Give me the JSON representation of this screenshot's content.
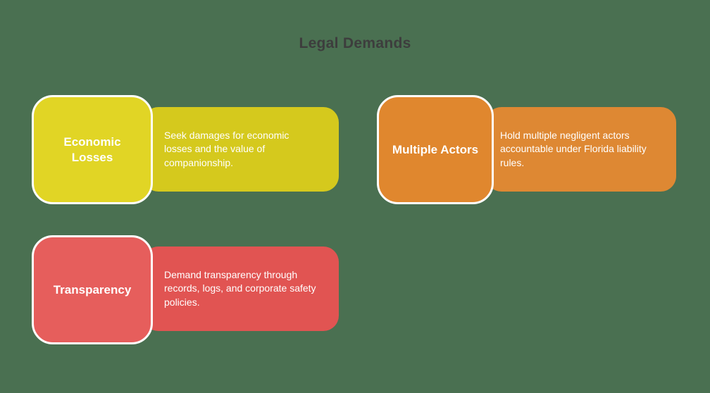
{
  "page": {
    "title": "Legal Demands",
    "background_color": "#4a7051",
    "title_color": "#3d3d3d"
  },
  "cards": [
    {
      "id": "economic-losses",
      "label": "Economic Losses",
      "description": "Seek damages for economic losses and the value of companionship.",
      "header_color": "#e1d525",
      "body_color": "#d5c91d"
    },
    {
      "id": "multiple-actors",
      "label": "Multiple Actors",
      "description": "Hold multiple negligent actors accountable under Florida liability rules.",
      "header_color": "#e0872e",
      "body_color": "#de8833"
    },
    {
      "id": "transparency",
      "label": "Transparency",
      "description": "Demand transparency through records, logs, and corporate safety policies.",
      "header_color": "#e65e5c",
      "body_color": "#e15452"
    }
  ]
}
